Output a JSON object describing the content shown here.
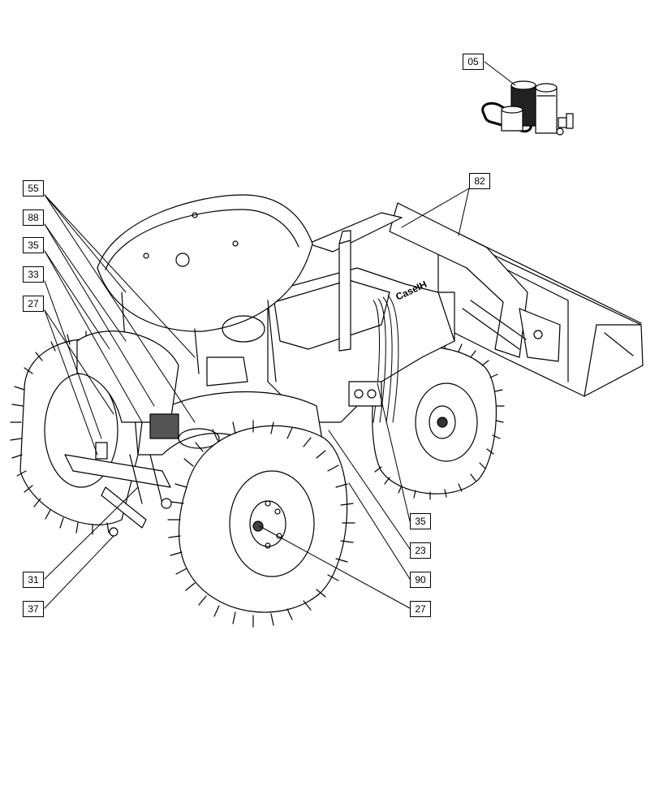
{
  "diagram": {
    "callouts": {
      "c05": "05",
      "c82": "82",
      "c55": "55",
      "c88": "88",
      "c35a": "35",
      "c33": "33",
      "c27a": "27",
      "c35b": "35",
      "c23": "23",
      "c90": "90",
      "c27b": "27",
      "c31": "31",
      "c37": "37"
    },
    "logo_text": "CaseIH"
  }
}
